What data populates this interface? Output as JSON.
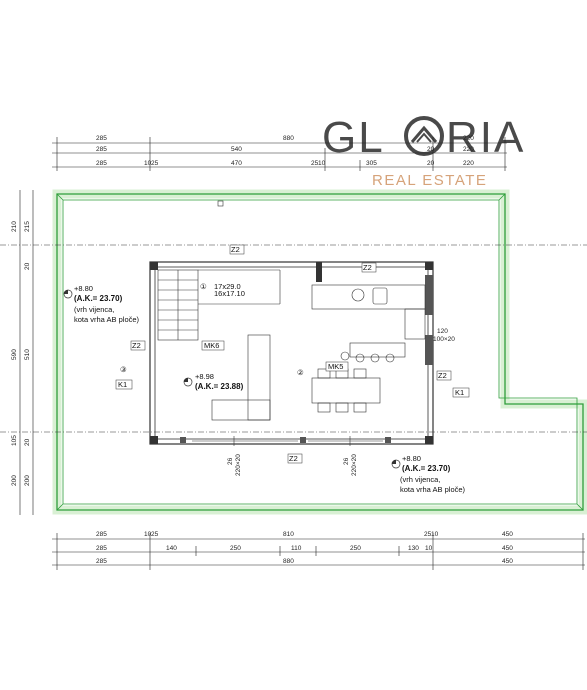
{
  "logo": {
    "part1": "GL",
    "part2": "RIA",
    "tagline": "REAL ESTATE",
    "brand_color": "#4a4a4a",
    "accent_color": "#d6a37a"
  },
  "colors": {
    "roof_outline": "#2e9e3a",
    "roof_fill": "#d9f0d4",
    "wall": "#333333"
  },
  "top_dimensions": {
    "row1": [
      "285",
      "880",
      "220"
    ],
    "row2": [
      "285",
      "540",
      "20",
      "220"
    ],
    "row3": [
      "285",
      "10",
      "25",
      "470",
      "25",
      "10",
      "305",
      "20",
      "220"
    ]
  },
  "bottom_dimensions": {
    "row1": [
      "285",
      "10",
      "25",
      "810",
      "25",
      "10",
      "450"
    ],
    "row2": [
      "285",
      "140",
      "250",
      "110",
      "250",
      "130",
      "10",
      "450"
    ],
    "row3": [
      "285",
      "880",
      "450"
    ]
  },
  "left_dimensions": {
    "outer": [
      "210",
      "215",
      "20",
      "590",
      "510",
      "105",
      "20",
      "200",
      "200"
    ]
  },
  "labels": {
    "z2_top": "Z2",
    "z2_kitchen": "Z2",
    "z2_left": "Z2",
    "z2_right": "Z2",
    "z2_bottom": "Z2",
    "stair_line1": "17x29.0",
    "stair_line2": "16x17.10",
    "room1": "①",
    "room2": "②",
    "room3": "③",
    "mk6": "MK6",
    "mk5": "MK5",
    "k1_left": "K1",
    "k1_right": "K1",
    "elev_left": "+8.80",
    "elev_left_ak": "(A.K.= 23.70)",
    "elev_left_note1": "(vrh vijenca,",
    "elev_left_note2": "kota vrha AB ploče)",
    "elev_center": "+8.98",
    "elev_center_ak": "(A.K.= 23.88)",
    "elev_right": "+8.80",
    "elev_right_ak": "(A.K.= 23.70)",
    "elev_right_note1": "(vrh vijenca,",
    "elev_right_note2": "kota vrha AB ploče)",
    "window_120": "120",
    "window_100": "100×20",
    "door_bottom_left_a": "26",
    "door_bottom_left_b": "220×20",
    "door_bottom_right_a": "26",
    "door_bottom_right_b": "220×20"
  }
}
